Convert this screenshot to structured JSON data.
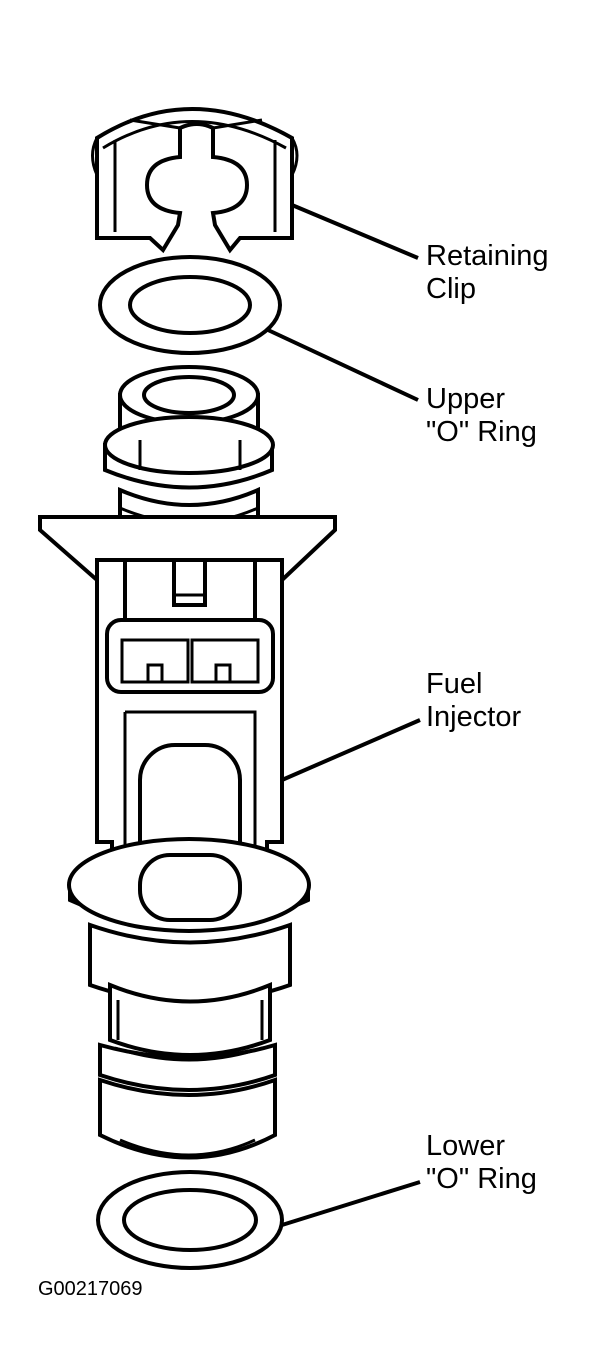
{
  "labels": {
    "retaining_clip": [
      "Retaining",
      "Clip"
    ],
    "upper_o_ring": [
      "Upper",
      "\"O\" Ring"
    ],
    "fuel_injector": [
      "Fuel",
      "Injector"
    ],
    "lower_o_ring": [
      "Lower",
      "\"O\" Ring"
    ]
  },
  "figure_code": "G00217069",
  "colors": {
    "line": "#000000",
    "background": "#ffffff"
  }
}
